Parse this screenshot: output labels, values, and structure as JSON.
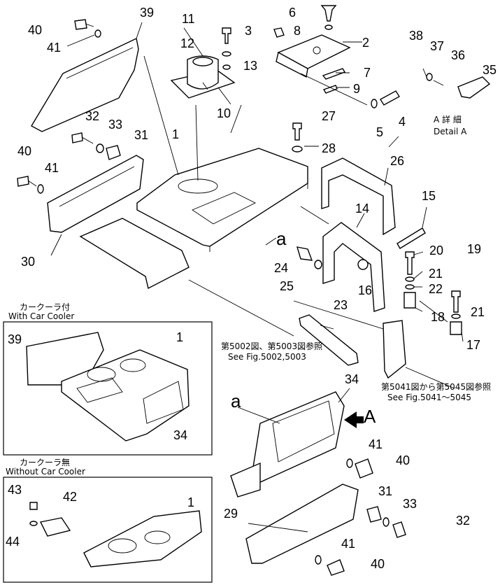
{
  "part_numbers": {
    "p1": "1",
    "p2": "2",
    "p3": "3",
    "p4": "4",
    "p5": "5",
    "p6": "6",
    "p7": "7",
    "p8": "8",
    "p9": "9",
    "p10": "10",
    "p11": "11",
    "p12": "12",
    "p13": "13",
    "p14": "14",
    "p15": "15",
    "p16": "16",
    "p17": "17",
    "p18": "18",
    "p19": "19",
    "p20": "20",
    "p21": "21",
    "p22": "22",
    "p23": "23",
    "p24": "24",
    "p25": "25",
    "p26": "26",
    "p27": "27",
    "p28": "28",
    "p29": "29",
    "p30": "30",
    "p31": "31",
    "p32": "32",
    "p33": "33",
    "p34": "34",
    "p35": "35",
    "p36": "36",
    "p37": "37",
    "p38": "38",
    "p39": "39",
    "p40": "40",
    "p41": "41",
    "p42": "42",
    "p43": "43",
    "p44": "44"
  },
  "detail_a": {
    "jp": "A 詳 細",
    "en": "Detail A",
    "marker": "A"
  },
  "view_arrow_a": "a",
  "view_arrow_a2": "a",
  "refs": {
    "fig5002_jp": "第5002図、第5003図参照",
    "fig5002_en": "See Fig.5002,5003",
    "fig5041_jp": "第5041図から第5045図参照",
    "fig5041_en": "See Fig.5041～5045"
  },
  "with_cooler": {
    "jp": "カークーラ付",
    "en": "With Car Cooler"
  },
  "without_cooler": {
    "jp": "カークーラ無",
    "en": "Without Car Cooler"
  }
}
